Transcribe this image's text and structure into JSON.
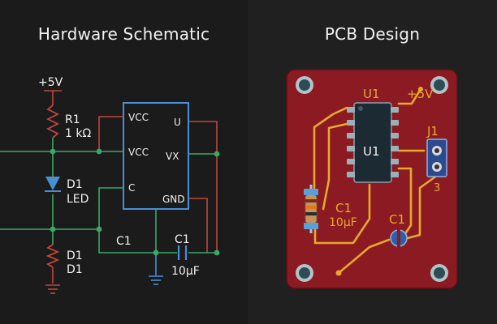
{
  "schematic": {
    "title": "Hardware Schematic",
    "supply": "+5V",
    "r1": {
      "ref": "R1",
      "value": "1 kΩ"
    },
    "d1": {
      "ref": "D1",
      "value": "LED"
    },
    "d1_lower": {
      "ref": "D1",
      "value": "D1"
    },
    "c1_label": "C1",
    "c1": {
      "ref": "C1",
      "value": "10µF"
    },
    "ic": {
      "pin_vcc_top": "VCC",
      "pin_vcc": "VCC",
      "pin_c": "C",
      "pin_u": "U",
      "pin_vx": "VX",
      "pin_gnd": "GND"
    }
  },
  "pcb": {
    "title": "PCB Design",
    "u1_label": "U1",
    "u1_body": "U1",
    "supply": "+5V",
    "j1": {
      "ref": "J1",
      "pin": "3"
    },
    "c1_left": {
      "ref": "C1",
      "value": "10µF"
    },
    "c1_right": {
      "ref": "C1"
    }
  },
  "colors": {
    "wire_green": "#3aa866",
    "wire_red": "#c0463c",
    "ic_blue": "#4a8fd4",
    "pcb_board": "#8b1a22",
    "trace_gold": "#e6a92a",
    "text": "#f2f2f2"
  }
}
